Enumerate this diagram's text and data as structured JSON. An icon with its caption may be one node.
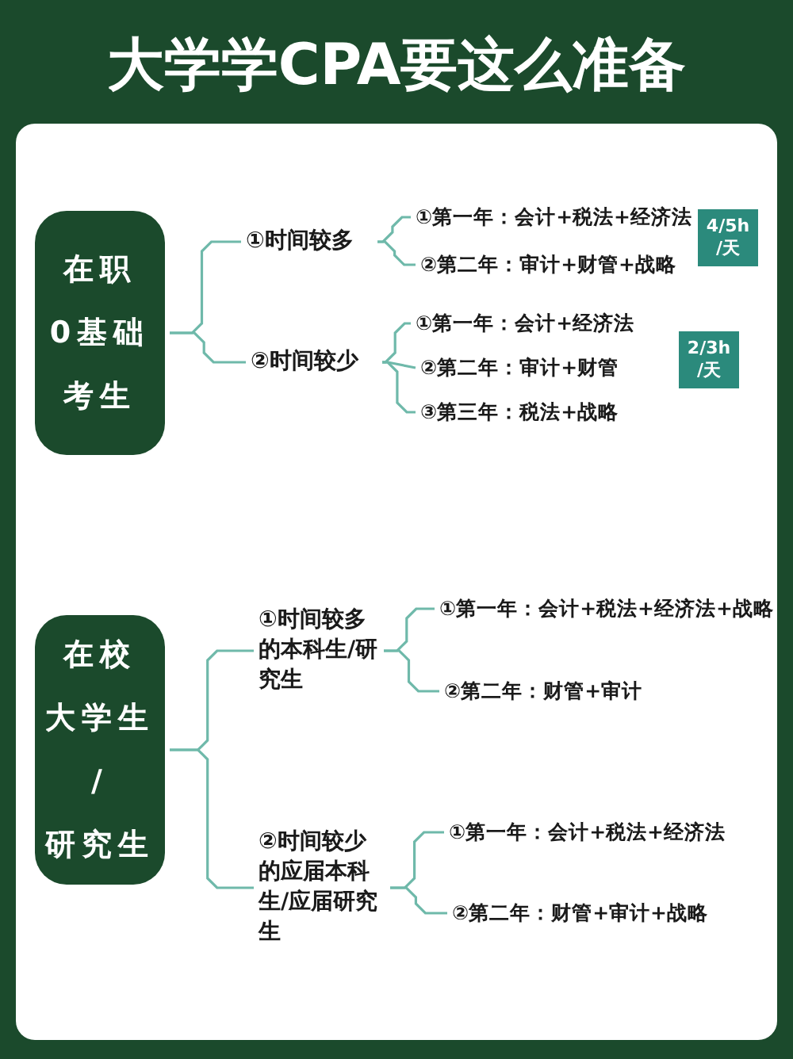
{
  "diagram": {
    "title": "大学学CPA要这么准备",
    "nodes": [
      {
        "text": [
          "在职",
          "0基础",
          "考生"
        ]
      },
      {
        "text": [
          "①时间较多"
        ]
      },
      {
        "text": [
          "①第一年：会计+税法+经济法"
        ]
      },
      {
        "text": [
          "②第二年：审计+财管+战略"
        ]
      },
      {
        "text": [
          "4/5h",
          "/天"
        ]
      },
      {
        "text": [
          "②时间较少"
        ]
      },
      {
        "text": [
          "①第一年：会计+经济法"
        ]
      },
      {
        "text": [
          "②第二年：审计+财管"
        ]
      },
      {
        "text": [
          "③第三年：税法+战略"
        ]
      },
      {
        "text": [
          "2/3h",
          "/天"
        ]
      },
      {
        "text": [
          "在校",
          "大学生",
          "/",
          "研究生"
        ]
      },
      {
        "text": [
          "①时间较多的本科生/研究生"
        ]
      },
      {
        "text": [
          "①第一年：会计+税法+经济法+战略"
        ]
      },
      {
        "text": [
          "②第二年：财管+审计"
        ]
      },
      {
        "text": [
          "②时间较少的应届本科生/应届研究生"
        ]
      },
      {
        "text": [
          "①第一年：会计+税法+经济法"
        ]
      },
      {
        "text": [
          "②第二年：财管+审计+战略"
        ]
      }
    ],
    "edges": [
      {
        "from": 0,
        "to": 1,
        "arrow": "none"
      },
      {
        "from": 0,
        "to": 5,
        "arrow": "none"
      },
      {
        "from": 1,
        "to": 2,
        "arrow": "none"
      },
      {
        "from": 1,
        "to": 3,
        "arrow": "none"
      },
      {
        "from": 5,
        "to": 6,
        "arrow": "none"
      },
      {
        "from": 5,
        "to": 7,
        "arrow": "none"
      },
      {
        "from": 5,
        "to": 8,
        "arrow": "none"
      },
      {
        "from": 10,
        "to": 11,
        "arrow": "none"
      },
      {
        "from": 10,
        "to": 14,
        "arrow": "none"
      },
      {
        "from": 11,
        "to": 12,
        "arrow": "none"
      },
      {
        "from": 11,
        "to": 13,
        "arrow": "none"
      },
      {
        "from": 14,
        "to": 15,
        "arrow": "none"
      },
      {
        "from": 14,
        "to": 16,
        "arrow": "none"
      }
    ]
  }
}
